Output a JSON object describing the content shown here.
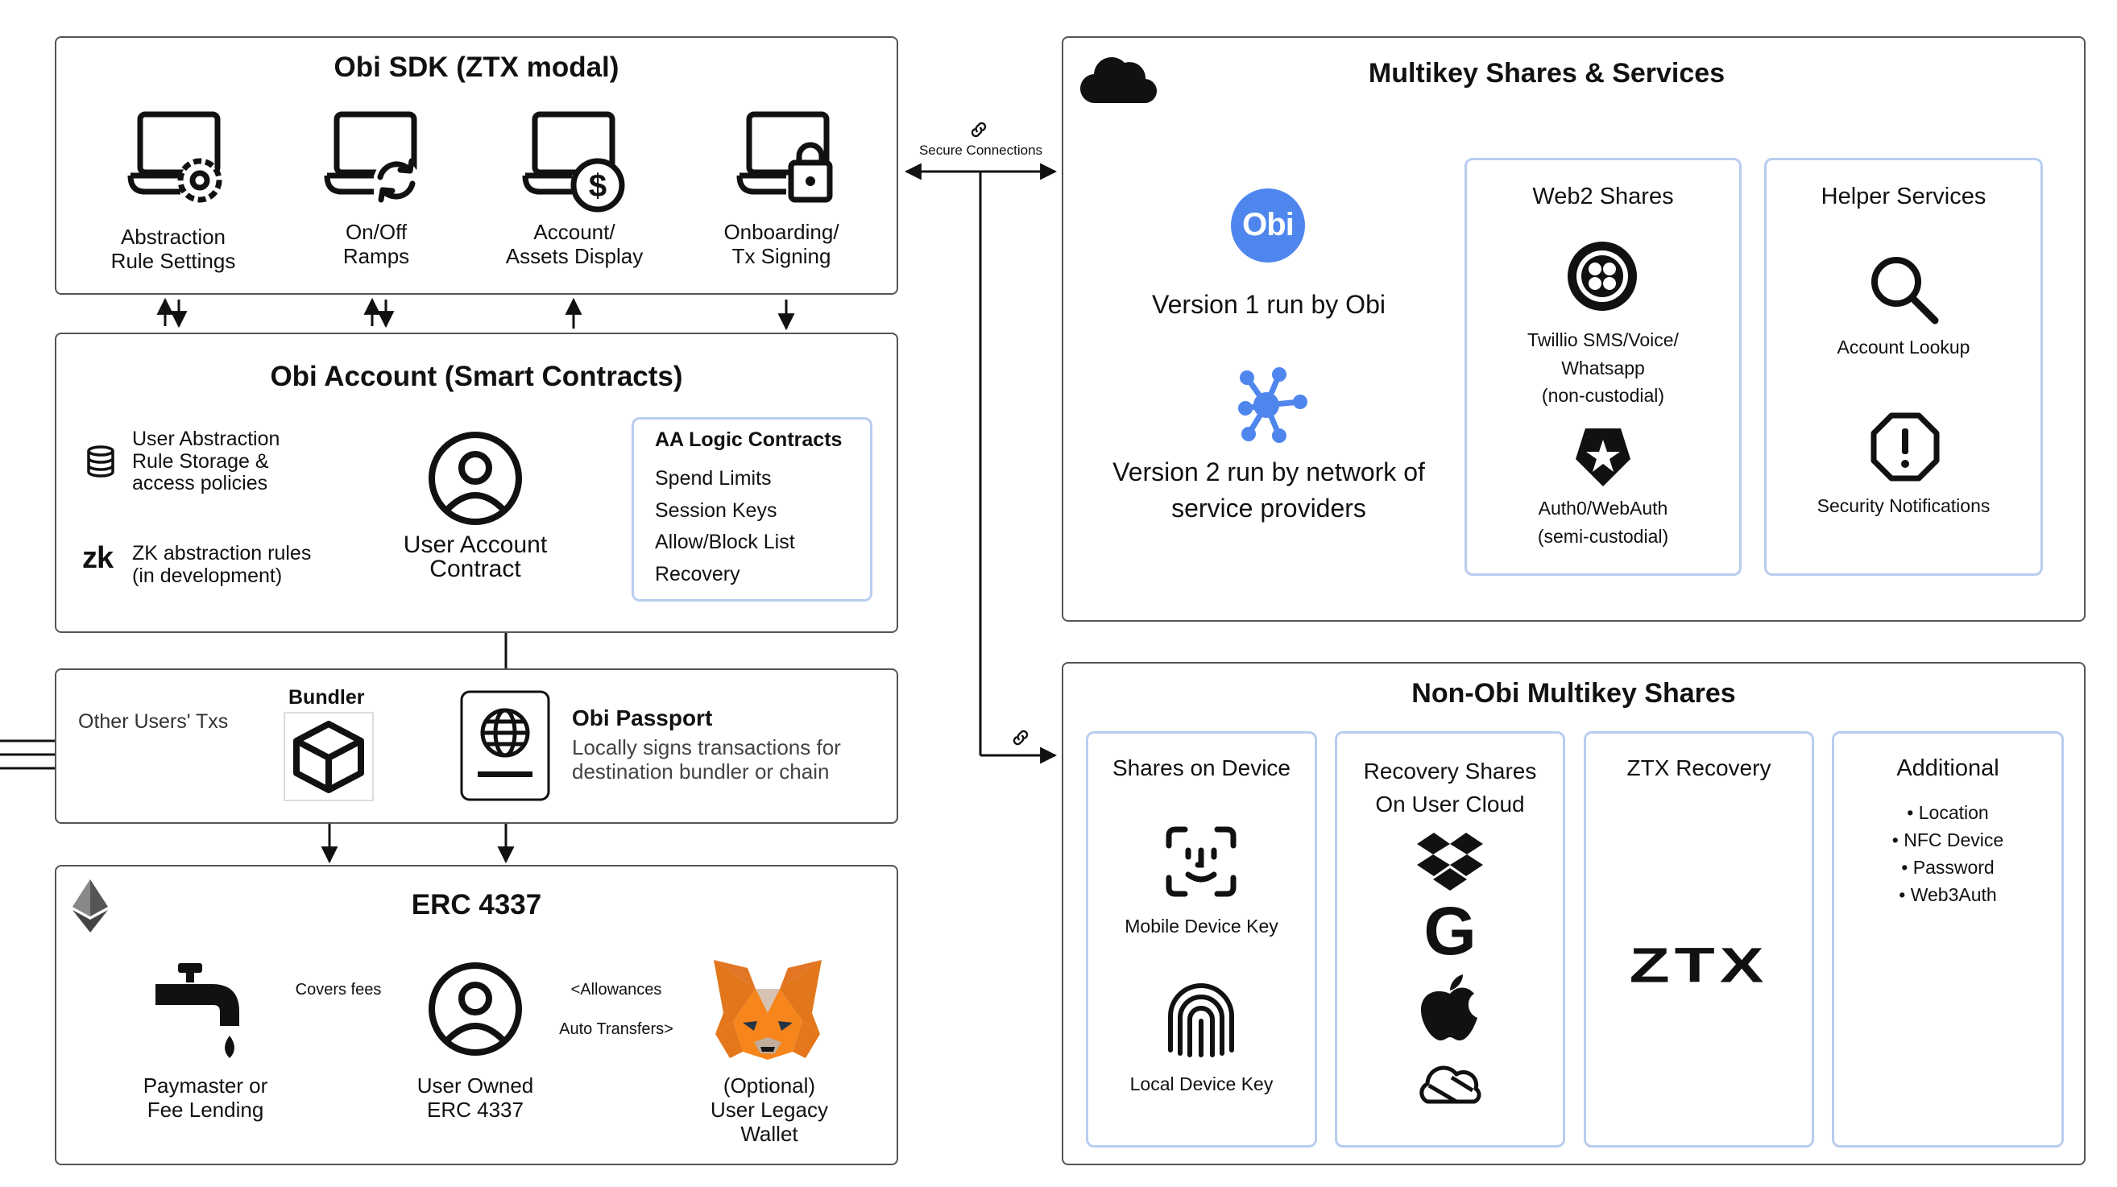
{
  "sdk": {
    "title": "Obi SDK (ZTX modal)",
    "items": [
      {
        "label": "Abstraction\nRule Settings",
        "icon": "laptop-gear-icon"
      },
      {
        "label": "On/Off\nRamps",
        "icon": "laptop-refresh-icon"
      },
      {
        "label": "Account/\nAssets Display",
        "icon": "laptop-dollar-icon"
      },
      {
        "label": "Onboarding/\nTx Signing",
        "icon": "laptop-lock-icon"
      }
    ]
  },
  "secure_connections": "Secure Connections",
  "account": {
    "title": "Obi Account (Smart Contracts)",
    "storage": "User Abstraction\nRule Storage &\naccess policies",
    "zk_mark": "zk",
    "zk": "ZK abstraction rules\n(in development)",
    "contract": "User Account\nContract",
    "aa_title": "AA Logic Contracts",
    "aa_items": [
      "Spend Limits",
      "Session Keys",
      "Allow/Block List",
      "Recovery"
    ]
  },
  "bundler_row": {
    "other_txs": "Other Users' Txs",
    "bundler": "Bundler",
    "passport_title": "Obi Passport",
    "passport_desc": "Locally signs transactions for\ndestination bundler or chain"
  },
  "erc": {
    "title": "ERC 4337",
    "paymaster": "Paymaster or\nFee Lending",
    "covers_fees": "Covers fees",
    "owned": "User Owned\nERC 4337",
    "allowances": "<Allowances",
    "auto_transfers": "Auto Transfers>",
    "legacy": "(Optional)\nUser Legacy\nWallet"
  },
  "multikey": {
    "title": "Multikey Shares & Services",
    "obi_logo": "Obi",
    "v1": "Version 1 run by Obi",
    "v2": "Version 2 run by network of\nservice providers",
    "web2": {
      "title": "Web2 Shares",
      "twilio": "Twillio SMS/Voice/\nWhatsapp\n(non-custodial)",
      "auth0": "Auth0/WebAuth\n(semi-custodial)"
    },
    "helper": {
      "title": "Helper Services",
      "lookup": "Account Lookup",
      "security": "Security Notifications"
    }
  },
  "nonobi": {
    "title": "Non-Obi Multikey Shares",
    "device": {
      "title": "Shares on Device",
      "mobile": "Mobile Device Key",
      "local": "Local Device Key"
    },
    "cloud": {
      "title": "Recovery Shares\nOn User Cloud",
      "google_mark": "G"
    },
    "ztx": {
      "title": "ZTX Recovery",
      "logo": "ZTX"
    },
    "additional": {
      "title": "Additional",
      "items": [
        "• Location",
        "• NFC Device",
        "• Password",
        "• Web3Auth"
      ]
    }
  },
  "colors": {
    "border": "#555555",
    "sub_border": "#b8cdf0",
    "obi_blue": "#4f86ee",
    "fox_orange": "#e2761b"
  }
}
